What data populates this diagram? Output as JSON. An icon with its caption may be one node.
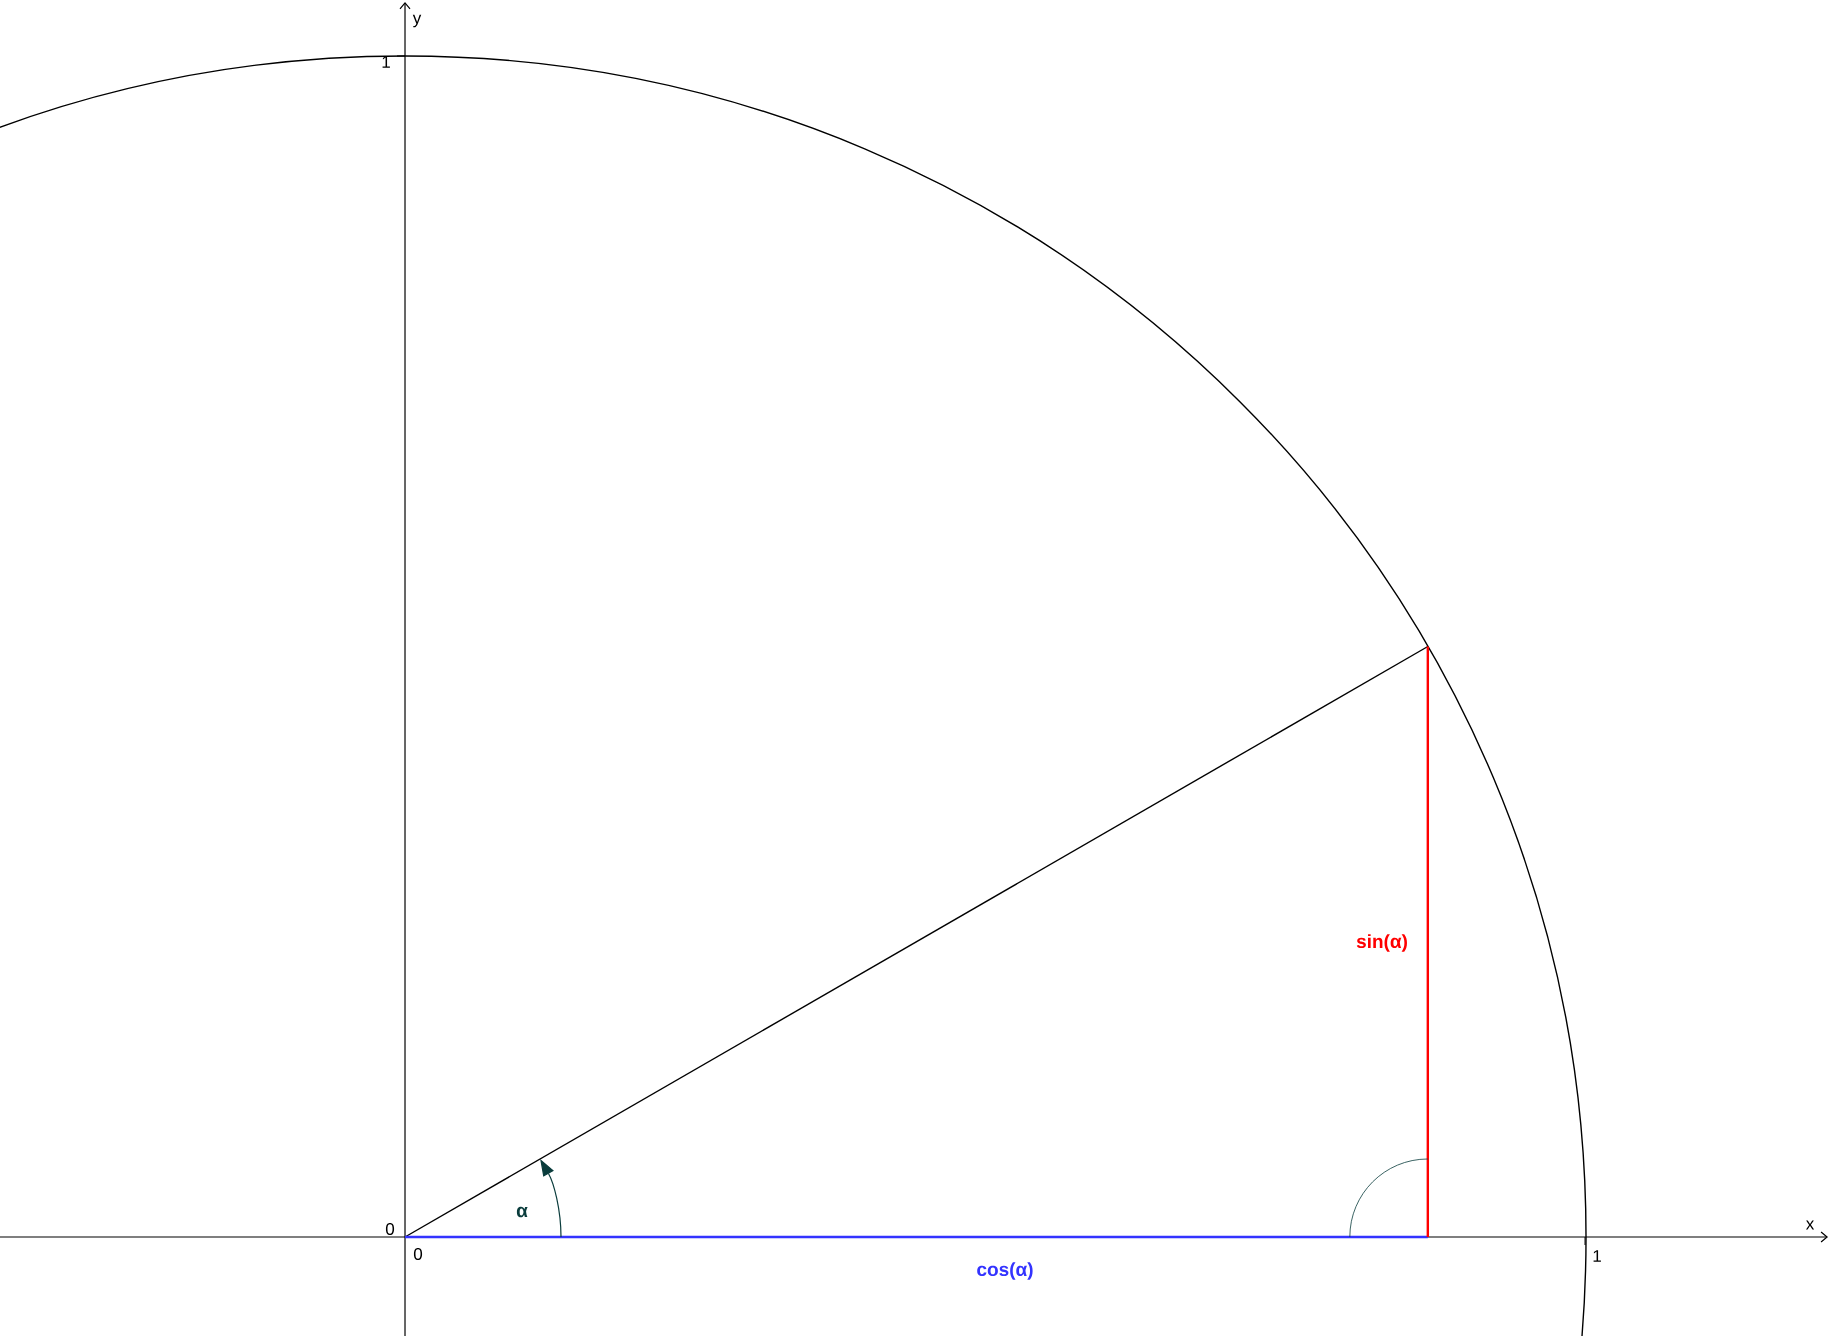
{
  "diagram": {
    "labels": [
      "y",
      "1",
      "sin(α)",
      "α",
      "x",
      "0",
      "0",
      "1",
      "cos(α)"
    ]
  }
}
